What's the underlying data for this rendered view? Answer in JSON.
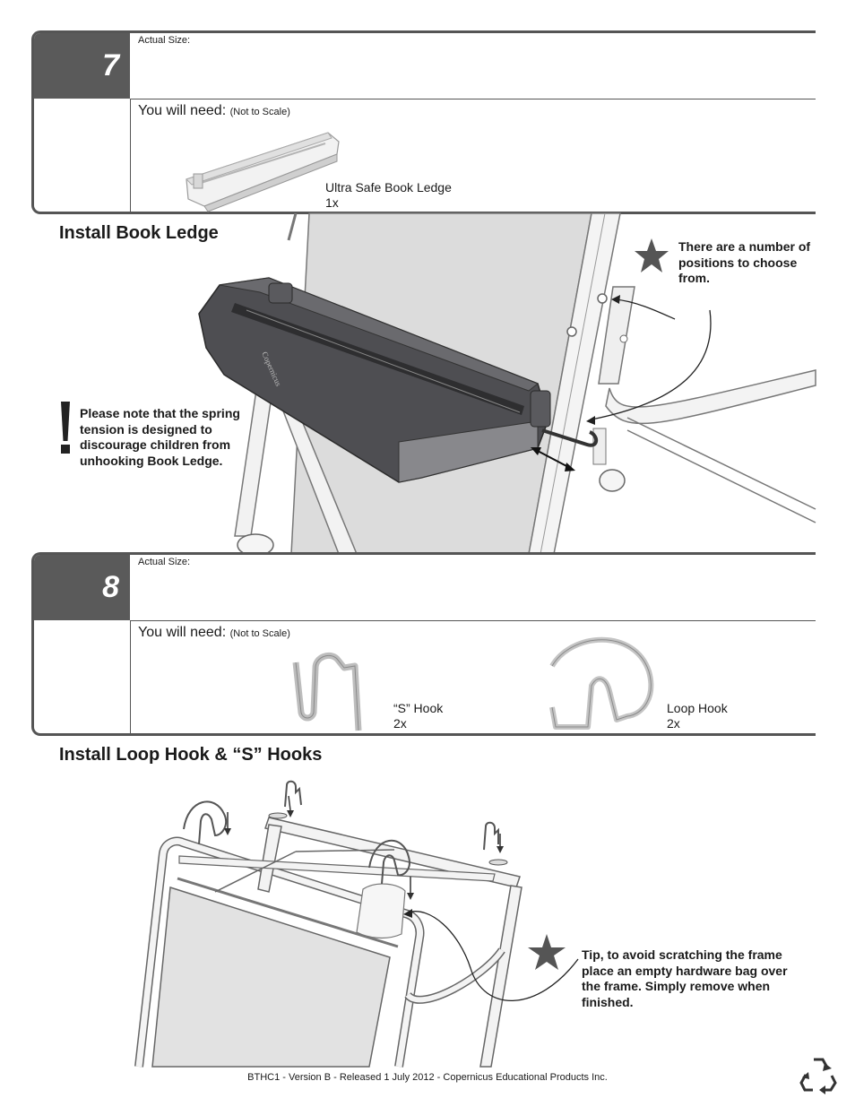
{
  "step7": {
    "number": "7",
    "actual_size_label": "Actual Size:",
    "you_will_need": "You will need:",
    "not_to_scale": "(Not to Scale)",
    "items": [
      {
        "name": "Ultra Safe Book Ledge",
        "qty": "1x"
      }
    ]
  },
  "section_book_ledge": {
    "title": "Install Book Ledge",
    "star_note": "There are a number of positions to choose from.",
    "warning_note": "Please note that the spring tension is designed to discourage children from unhooking Book Ledge.",
    "ledge_logo": "Copernicus"
  },
  "step8": {
    "number": "8",
    "actual_size_label": "Actual Size:",
    "you_will_need": "You will need:",
    "not_to_scale": "(Not to Scale)",
    "items": [
      {
        "name": "“S” Hook",
        "qty": "2x"
      },
      {
        "name": "Loop Hook",
        "qty": "2x"
      }
    ]
  },
  "section_hooks": {
    "title": "Install Loop Hook & “S” Hooks",
    "tip_note": "Tip, to avoid scratching the frame place an empty hardware bag over the frame. Simply remove when finished."
  },
  "footer": {
    "text": "BTHC1 - Version B - Released 1 July 2012 - Copernicus Educational Products Inc.",
    "recycle_icon": "recycle-icon"
  },
  "colors": {
    "step_header": "#5a5a5a",
    "ledge": "#4e4e52",
    "border": "#555555"
  }
}
